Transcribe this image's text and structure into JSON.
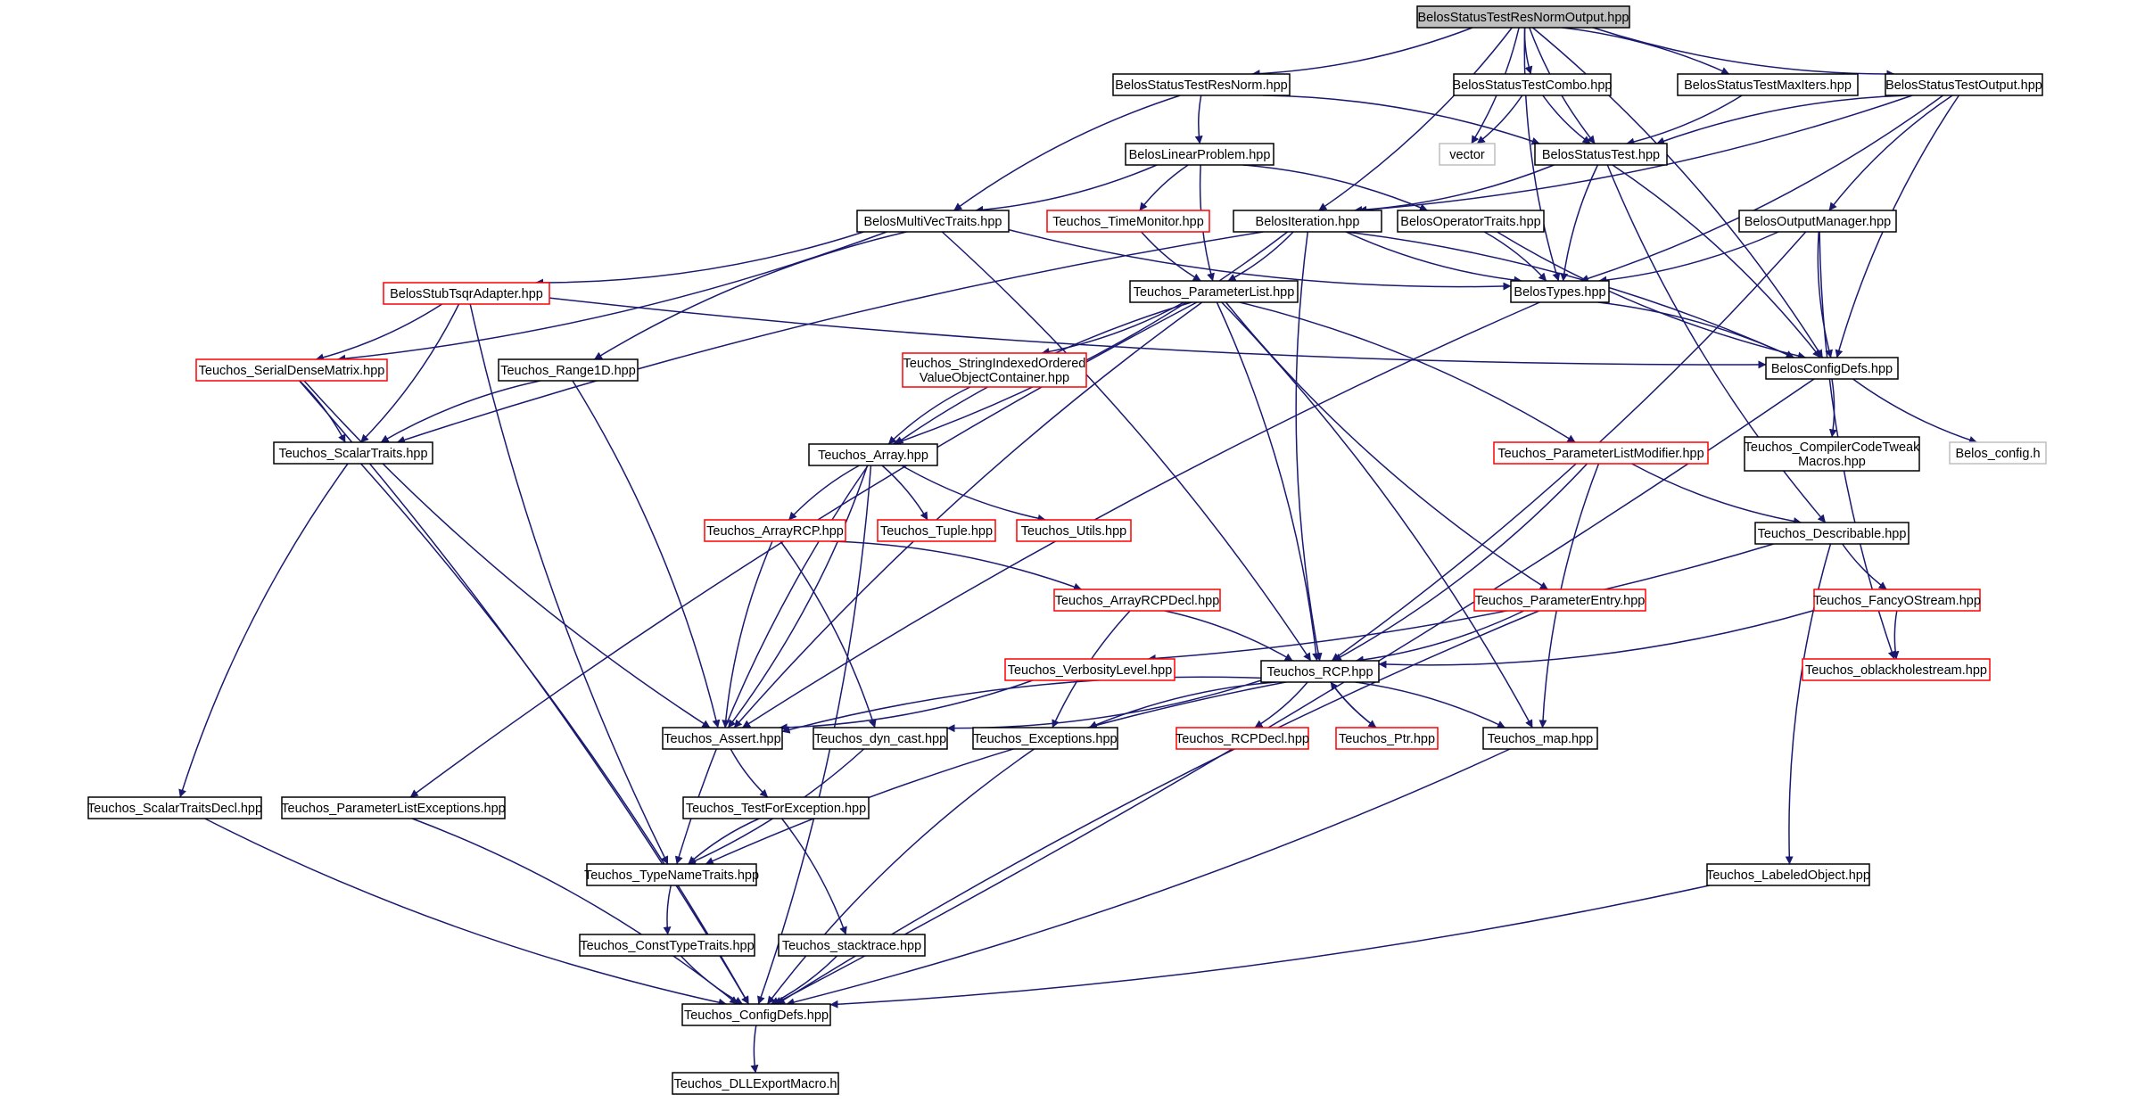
{
  "colors": {
    "edge": "#191970",
    "root_fill": "#bfbfbf",
    "root_border": "#000000",
    "node_border": "#000000",
    "incomplete_border": "#ff0000",
    "external_border": "#bfbfbf",
    "text": "#000000"
  },
  "diagram": {
    "nodes": [
      {
        "id": "n0",
        "label": "BelosStatusTestResNormOutput.hpp",
        "kind": "root"
      },
      {
        "id": "n1",
        "label": "BelosStatusTestResNorm.hpp",
        "kind": "normal"
      },
      {
        "id": "n2",
        "label": "BelosStatusTestCombo.hpp",
        "kind": "normal"
      },
      {
        "id": "n3",
        "label": "BelosStatusTestMaxIters.hpp",
        "kind": "normal"
      },
      {
        "id": "n4",
        "label": "BelosStatusTestOutput.hpp",
        "kind": "normal"
      },
      {
        "id": "n5",
        "label": "vector",
        "kind": "external"
      },
      {
        "id": "n6",
        "label": "BelosLinearProblem.hpp",
        "kind": "normal"
      },
      {
        "id": "n7",
        "label": "BelosStatusTest.hpp",
        "kind": "normal"
      },
      {
        "id": "n8",
        "label": "BelosMultiVecTraits.hpp",
        "kind": "normal"
      },
      {
        "id": "n9",
        "label": "Teuchos_TimeMonitor.hpp",
        "kind": "incomplete"
      },
      {
        "id": "n10",
        "label": "BelosIteration.hpp",
        "kind": "normal"
      },
      {
        "id": "n11",
        "label": "BelosOperatorTraits.hpp",
        "kind": "normal"
      },
      {
        "id": "n12",
        "label": "BelosOutputManager.hpp",
        "kind": "normal"
      },
      {
        "id": "n13",
        "label": "BelosStubTsqrAdapter.hpp",
        "kind": "incomplete"
      },
      {
        "id": "n14",
        "label": "Teuchos_ParameterList.hpp",
        "kind": "normal"
      },
      {
        "id": "n15",
        "label": "BelosTypes.hpp",
        "kind": "normal"
      },
      {
        "id": "n16",
        "label": "Teuchos_SerialDenseMatrix.hpp",
        "kind": "incomplete"
      },
      {
        "id": "n17",
        "label": "Teuchos_Range1D.hpp",
        "kind": "normal"
      },
      {
        "id": "n18",
        "label": "Teuchos_StringIndexedOrdered\nValueObjectContainer.hpp",
        "kind": "incomplete"
      },
      {
        "id": "n19",
        "label": "BelosConfigDefs.hpp",
        "kind": "normal"
      },
      {
        "id": "n20",
        "label": "Teuchos_ScalarTraits.hpp",
        "kind": "normal"
      },
      {
        "id": "n21",
        "label": "Teuchos_Array.hpp",
        "kind": "normal"
      },
      {
        "id": "n22",
        "label": "Teuchos_ParameterListModifier.hpp",
        "kind": "incomplete"
      },
      {
        "id": "n23",
        "label": "Teuchos_CompilerCodeTweak\nMacros.hpp",
        "kind": "normal"
      },
      {
        "id": "n24",
        "label": "Belos_config.h",
        "kind": "external"
      },
      {
        "id": "n25",
        "label": "Teuchos_ArrayRCP.hpp",
        "kind": "incomplete"
      },
      {
        "id": "n26",
        "label": "Teuchos_Tuple.hpp",
        "kind": "incomplete"
      },
      {
        "id": "n27",
        "label": "Teuchos_Utils.hpp",
        "kind": "incomplete"
      },
      {
        "id": "n28",
        "label": "Teuchos_Describable.hpp",
        "kind": "normal"
      },
      {
        "id": "n29",
        "label": "Teuchos_ArrayRCPDecl.hpp",
        "kind": "incomplete"
      },
      {
        "id": "n30",
        "label": "Teuchos_ParameterEntry.hpp",
        "kind": "incomplete"
      },
      {
        "id": "n31",
        "label": "Teuchos_FancyOStream.hpp",
        "kind": "incomplete"
      },
      {
        "id": "n32",
        "label": "Teuchos_VerbosityLevel.hpp",
        "kind": "incomplete"
      },
      {
        "id": "n33",
        "label": "Teuchos_RCP.hpp",
        "kind": "normal"
      },
      {
        "id": "n34",
        "label": "Teuchos_oblackholestream.hpp",
        "kind": "incomplete"
      },
      {
        "id": "n35",
        "label": "Teuchos_Assert.hpp",
        "kind": "normal"
      },
      {
        "id": "n36",
        "label": "Teuchos_dyn_cast.hpp",
        "kind": "normal"
      },
      {
        "id": "n37",
        "label": "Teuchos_Exceptions.hpp",
        "kind": "normal"
      },
      {
        "id": "n38",
        "label": "Teuchos_RCPDecl.hpp",
        "kind": "incomplete"
      },
      {
        "id": "n39",
        "label": "Teuchos_Ptr.hpp",
        "kind": "incomplete"
      },
      {
        "id": "n40",
        "label": "Teuchos_map.hpp",
        "kind": "normal"
      },
      {
        "id": "n41",
        "label": "Teuchos_ScalarTraitsDecl.hpp",
        "kind": "normal"
      },
      {
        "id": "n42",
        "label": "Teuchos_ParameterListExceptions.hpp",
        "kind": "normal"
      },
      {
        "id": "n43",
        "label": "Teuchos_TestForException.hpp",
        "kind": "normal"
      },
      {
        "id": "n44",
        "label": "Teuchos_TypeNameTraits.hpp",
        "kind": "normal"
      },
      {
        "id": "n45",
        "label": "Teuchos_LabeledObject.hpp",
        "kind": "normal"
      },
      {
        "id": "n46",
        "label": "Teuchos_ConstTypeTraits.hpp",
        "kind": "normal"
      },
      {
        "id": "n47",
        "label": "Teuchos_stacktrace.hpp",
        "kind": "normal"
      },
      {
        "id": "n48",
        "label": "Teuchos_ConfigDefs.hpp",
        "kind": "normal"
      },
      {
        "id": "n49",
        "label": "Teuchos_DLLExportMacro.h",
        "kind": "normal"
      }
    ],
    "edges": [
      [
        "n0",
        "n1"
      ],
      [
        "n0",
        "n2"
      ],
      [
        "n0",
        "n3"
      ],
      [
        "n0",
        "n4"
      ],
      [
        "n0",
        "n5"
      ],
      [
        "n0",
        "n7"
      ],
      [
        "n0",
        "n10"
      ],
      [
        "n0",
        "n15"
      ],
      [
        "n0",
        "n19"
      ],
      [
        "n1",
        "n6"
      ],
      [
        "n1",
        "n7"
      ],
      [
        "n1",
        "n8"
      ],
      [
        "n2",
        "n5"
      ],
      [
        "n2",
        "n7"
      ],
      [
        "n3",
        "n7"
      ],
      [
        "n4",
        "n7"
      ],
      [
        "n4",
        "n10"
      ],
      [
        "n4",
        "n12"
      ],
      [
        "n4",
        "n15"
      ],
      [
        "n4",
        "n19"
      ],
      [
        "n6",
        "n8"
      ],
      [
        "n6",
        "n9"
      ],
      [
        "n6",
        "n11"
      ],
      [
        "n6",
        "n14"
      ],
      [
        "n7",
        "n10"
      ],
      [
        "n7",
        "n15"
      ],
      [
        "n7",
        "n19"
      ],
      [
        "n7",
        "n28"
      ],
      [
        "n8",
        "n13"
      ],
      [
        "n8",
        "n15"
      ],
      [
        "n8",
        "n16"
      ],
      [
        "n8",
        "n17"
      ],
      [
        "n8",
        "n33"
      ],
      [
        "n9",
        "n14"
      ],
      [
        "n10",
        "n14"
      ],
      [
        "n10",
        "n15"
      ],
      [
        "n10",
        "n19"
      ],
      [
        "n10",
        "n20"
      ],
      [
        "n10",
        "n21"
      ],
      [
        "n10",
        "n33"
      ],
      [
        "n11",
        "n15"
      ],
      [
        "n11",
        "n19"
      ],
      [
        "n12",
        "n15"
      ],
      [
        "n12",
        "n19"
      ],
      [
        "n12",
        "n33"
      ],
      [
        "n12",
        "n34"
      ],
      [
        "n13",
        "n16"
      ],
      [
        "n13",
        "n19"
      ],
      [
        "n13",
        "n20"
      ],
      [
        "n13",
        "n44"
      ],
      [
        "n14",
        "n18"
      ],
      [
        "n14",
        "n21"
      ],
      [
        "n14",
        "n22"
      ],
      [
        "n14",
        "n30"
      ],
      [
        "n14",
        "n33"
      ],
      [
        "n14",
        "n35"
      ],
      [
        "n14",
        "n40"
      ],
      [
        "n14",
        "n42"
      ],
      [
        "n15",
        "n19"
      ],
      [
        "n15",
        "n35"
      ],
      [
        "n16",
        "n20"
      ],
      [
        "n16",
        "n35"
      ],
      [
        "n16",
        "n48"
      ],
      [
        "n17",
        "n20"
      ],
      [
        "n17",
        "n35"
      ],
      [
        "n18",
        "n21"
      ],
      [
        "n19",
        "n23"
      ],
      [
        "n19",
        "n24"
      ],
      [
        "n19",
        "n48"
      ],
      [
        "n20",
        "n41"
      ],
      [
        "n20",
        "n48"
      ],
      [
        "n21",
        "n25"
      ],
      [
        "n21",
        "n26"
      ],
      [
        "n21",
        "n27"
      ],
      [
        "n21",
        "n35"
      ],
      [
        "n21",
        "n44"
      ],
      [
        "n21",
        "n48"
      ],
      [
        "n22",
        "n28"
      ],
      [
        "n22",
        "n33"
      ],
      [
        "n22",
        "n40"
      ],
      [
        "n25",
        "n29"
      ],
      [
        "n25",
        "n35"
      ],
      [
        "n25",
        "n36"
      ],
      [
        "n28",
        "n31"
      ],
      [
        "n28",
        "n32"
      ],
      [
        "n28",
        "n45"
      ],
      [
        "n29",
        "n33"
      ],
      [
        "n29",
        "n37"
      ],
      [
        "n30",
        "n33"
      ],
      [
        "n30",
        "n48"
      ],
      [
        "n31",
        "n33"
      ],
      [
        "n31",
        "n34"
      ],
      [
        "n32",
        "n35"
      ],
      [
        "n33",
        "n35"
      ],
      [
        "n33",
        "n36"
      ],
      [
        "n33",
        "n37"
      ],
      [
        "n33",
        "n38"
      ],
      [
        "n33",
        "n39"
      ],
      [
        "n33",
        "n40"
      ],
      [
        "n33",
        "n44"
      ],
      [
        "n39",
        "n33"
      ],
      [
        "n35",
        "n43"
      ],
      [
        "n36",
        "n44"
      ],
      [
        "n37",
        "n48"
      ],
      [
        "n40",
        "n48"
      ],
      [
        "n41",
        "n48"
      ],
      [
        "n42",
        "n48"
      ],
      [
        "n43",
        "n44"
      ],
      [
        "n43",
        "n47"
      ],
      [
        "n44",
        "n46"
      ],
      [
        "n45",
        "n48"
      ],
      [
        "n46",
        "n48"
      ],
      [
        "n47",
        "n48"
      ],
      [
        "n48",
        "n49"
      ]
    ]
  }
}
